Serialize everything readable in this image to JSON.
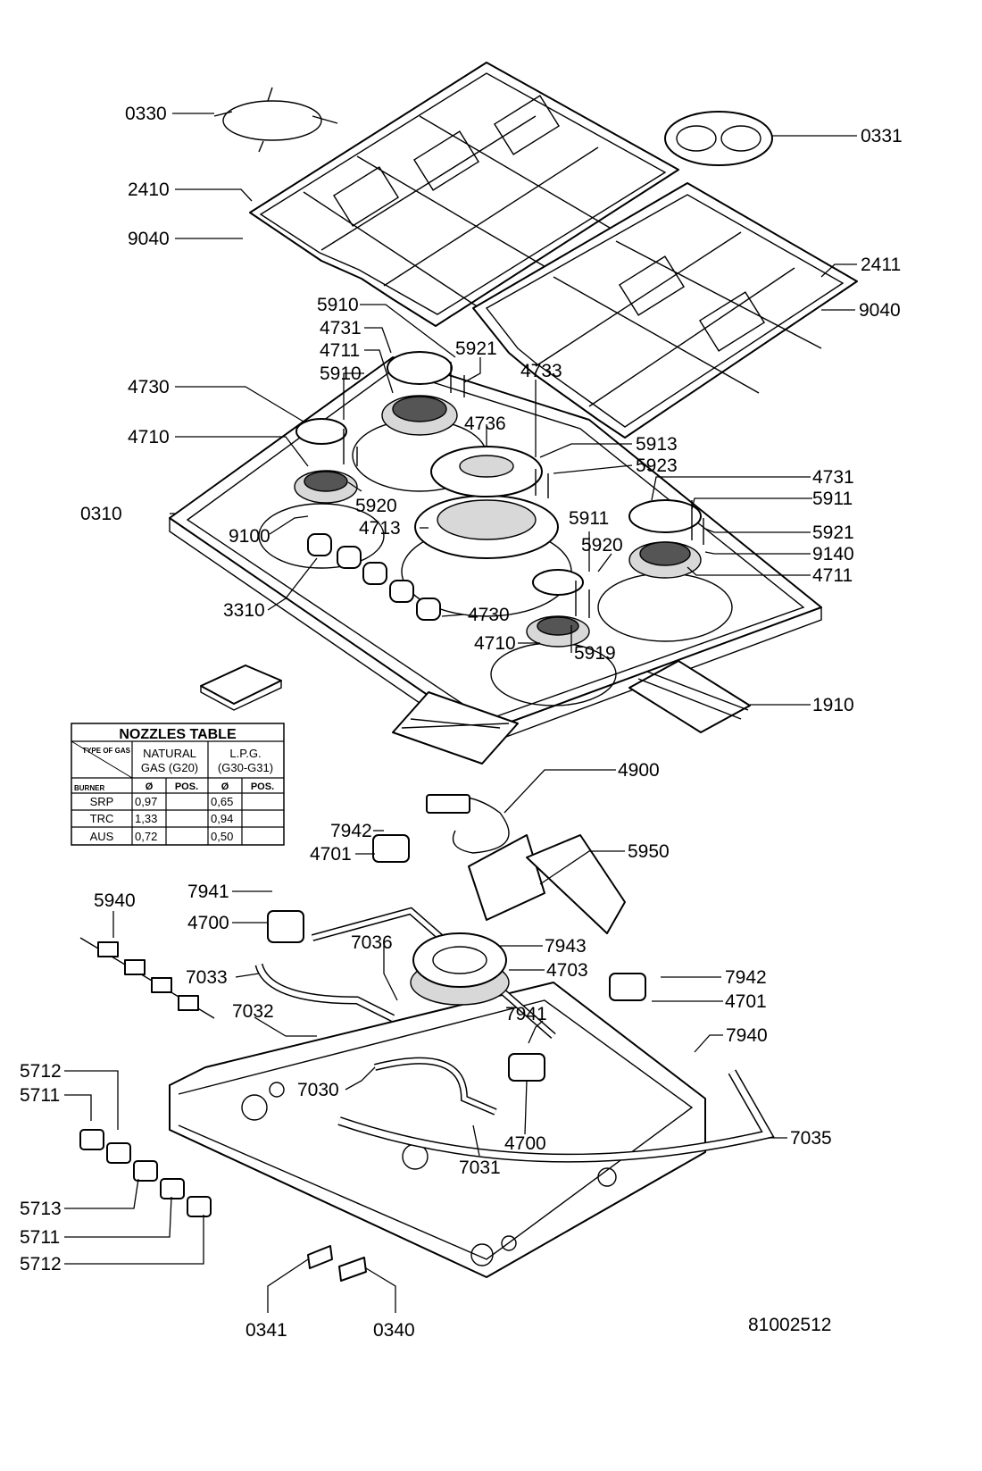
{
  "labels": {
    "l0330": "0330",
    "l0331": "0331",
    "l2410": "2410",
    "l9040a": "9040",
    "l2411": "2411",
    "l9040b": "9040",
    "l5910a": "5910",
    "l4731a": "4731",
    "l4711a": "4711",
    "l5921a": "5921",
    "l5910b": "5910",
    "l4733": "4733",
    "l4730a": "4730",
    "l4710a": "4710",
    "l4736": "4736",
    "l5913": "5913",
    "l5923": "5923",
    "l4731b": "4731",
    "l5911a": "5911",
    "l5920a": "5920",
    "l0310": "0310",
    "l9100": "9100",
    "l4713": "4713",
    "l5911b": "5911",
    "l5921b": "5921",
    "l9140": "9140",
    "l5920b": "5920",
    "l4711b": "4711",
    "l3310": "3310",
    "l4730b": "4730",
    "l4710b": "4710",
    "l5919": "5919",
    "l1910": "1910",
    "l4900": "4900",
    "l7942a": "7942",
    "l4701a": "4701",
    "l5950": "5950",
    "l7941a": "7941",
    "l5940": "5940",
    "l4700a": "4700",
    "l7036": "7036",
    "l7943": "7943",
    "l7033": "7033",
    "l4703": "4703",
    "l7942b": "7942",
    "l4701b": "4701",
    "l7032": "7032",
    "l7941b": "7941",
    "l7940": "7940",
    "l5712a": "5712",
    "l5711a": "5711",
    "l7030": "7030",
    "l7035": "7035",
    "l4700b": "4700",
    "l7031": "7031",
    "l5713": "5713",
    "l5711b": "5711",
    "l5712b": "5712",
    "l0341": "0341",
    "l0340": "0340",
    "drawing_number": "81002512"
  },
  "nozzles_table": {
    "title": "NOZZLES TABLE",
    "type_of_gas": "TYPE OF GAS",
    "burner_header": "BURNER",
    "gas_columns": [
      {
        "name": "NATURAL",
        "spec": "GAS (G20)"
      },
      {
        "name": "L.P.G.",
        "spec": "(G30-G31)"
      }
    ],
    "sub_headers": [
      "Ø",
      "POS.",
      "Ø",
      "POS."
    ],
    "rows": [
      {
        "burner": "SRP",
        "ng_dia": "0,97",
        "ng_pos": "",
        "lpg_dia": "0,65",
        "lpg_pos": ""
      },
      {
        "burner": "TRC",
        "ng_dia": "1,33",
        "ng_pos": "",
        "lpg_dia": "0,94",
        "lpg_pos": ""
      },
      {
        "burner": "AUS",
        "ng_dia": "0,72",
        "ng_pos": "",
        "lpg_dia": "0,50",
        "lpg_pos": ""
      }
    ]
  }
}
